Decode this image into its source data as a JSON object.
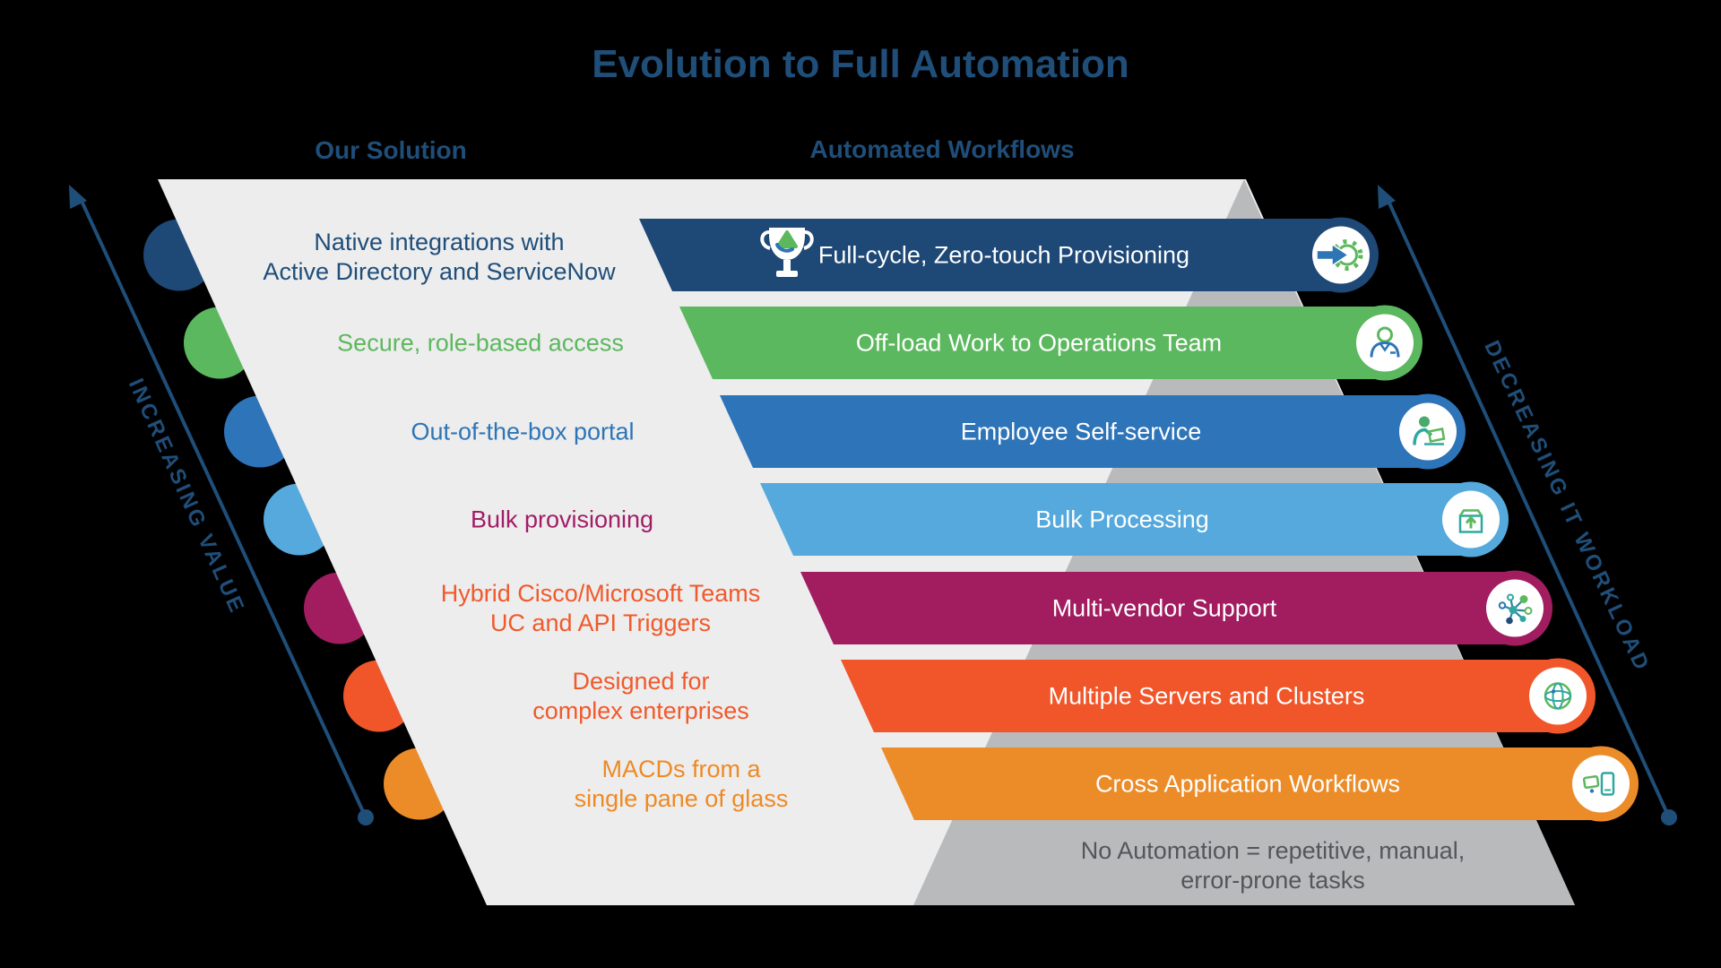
{
  "title": "Evolution to Full Automation",
  "headers": {
    "left": "Our Solution",
    "right": "Automated Workflows"
  },
  "axes": {
    "left_label": "INCREASING VALUE",
    "right_label": "DECREASING IT WORKLOAD"
  },
  "palette": {
    "background": "#000000",
    "navy_text": "#1F4E79",
    "panel_light_gray": "#EDEDEE",
    "pyramid_dark_gray": "#B9BABC",
    "base_text_gray": "#55565A",
    "icon_green": "#5CB85C",
    "icon_teal": "#2FA8A2",
    "icon_blue": "#2E75B6",
    "white": "#FFFFFF"
  },
  "rows": [
    {
      "solution": "Native integrations with\nActive Directory and ServiceNow",
      "solution_color": "#1F4E79",
      "workflow": "Full-cycle, Zero-touch Provisioning",
      "color": "#1E4876",
      "icon": "gear-arrow-icon"
    },
    {
      "solution": "Secure, role-based access",
      "solution_color": "#5CB85C",
      "workflow": "Off-load Work to Operations Team",
      "color": "#5CB85F",
      "icon": "operations-person-icon"
    },
    {
      "solution": "Out-of-the-box portal",
      "solution_color": "#2E75B6",
      "workflow": "Employee Self-service",
      "color": "#2E74B9",
      "icon": "self-service-person-icon"
    },
    {
      "solution": "Bulk provisioning",
      "solution_color": "#A21C66",
      "workflow": "Bulk Processing",
      "color": "#56A9DC",
      "icon": "bulk-box-icon"
    },
    {
      "solution": "Hybrid Cisco/Microsoft Teams\nUC and API Triggers",
      "solution_color": "#F1592A",
      "workflow": "Multi-vendor Support",
      "color": "#A21D60",
      "icon": "network-nodes-icon"
    },
    {
      "solution": "Designed for\ncomplex enterprises",
      "solution_color": "#F1592A",
      "workflow": "Multiple Servers and Clusters",
      "color": "#F0562A",
      "icon": "globe-cluster-icon"
    },
    {
      "solution": "MACDs from a\nsingle pane of glass",
      "solution_color": "#EE8A24",
      "workflow": "Cross Application Workflows",
      "color": "#EC8C28",
      "icon": "devices-icon"
    }
  ],
  "base": {
    "text": "No Automation = repetitive, manual,\nerror-prone tasks"
  }
}
